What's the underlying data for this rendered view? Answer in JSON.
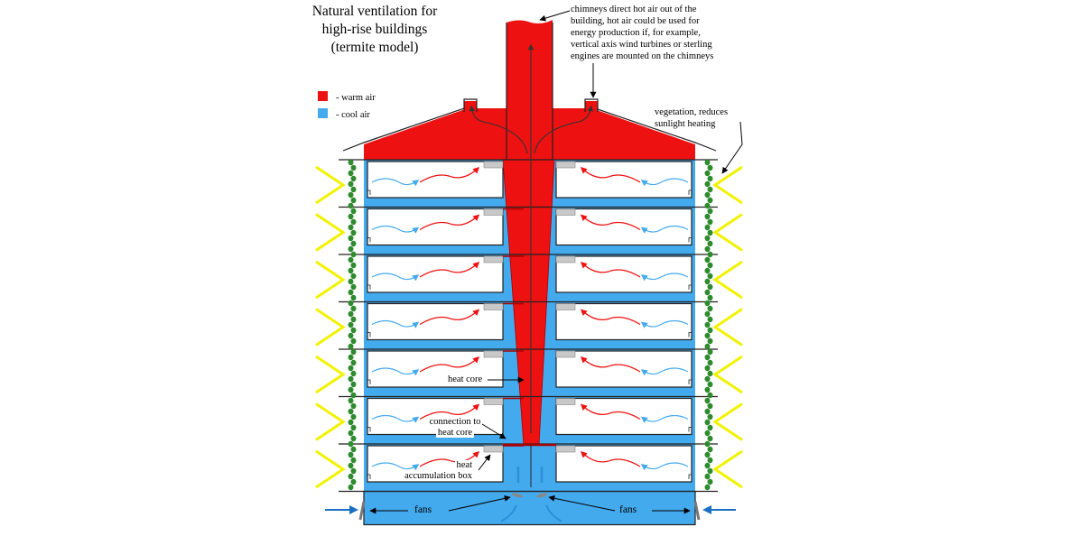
{
  "title": {
    "line1": "Natural ventilation for",
    "line2": "high-rise buildings",
    "line3": "(termite model)"
  },
  "legend": {
    "warm_label": "- warm air",
    "cool_label": "- cool air",
    "warm_color": "#ee1111",
    "cool_color": "#44aaee"
  },
  "notes": {
    "chimney": [
      "chimneys direct hot air out of the",
      "building, hot air could be used for",
      "energy production if, for example,",
      "vertical axis wind turbines or sterling",
      "engines are mounted on the chimneys"
    ],
    "vegetation": [
      "vegetation, reduces",
      "sunlight heating"
    ]
  },
  "labels": {
    "heat_core": "heat core",
    "connection_line1": "connection to",
    "connection_line2": "heat core",
    "heat_box_line1": "heat",
    "heat_box_line2": "accumulation box",
    "fans_left": "fans",
    "fans_right": "fans"
  },
  "colors": {
    "warm": "#ee1111",
    "cool": "#44aaee",
    "sun": "#f2f200",
    "vegetation": "#2e8b2e",
    "box": "#c8c8c8",
    "outline": "#222222",
    "inlet_arrow": "#1a6fc0"
  },
  "building": {
    "floors": 7
  }
}
